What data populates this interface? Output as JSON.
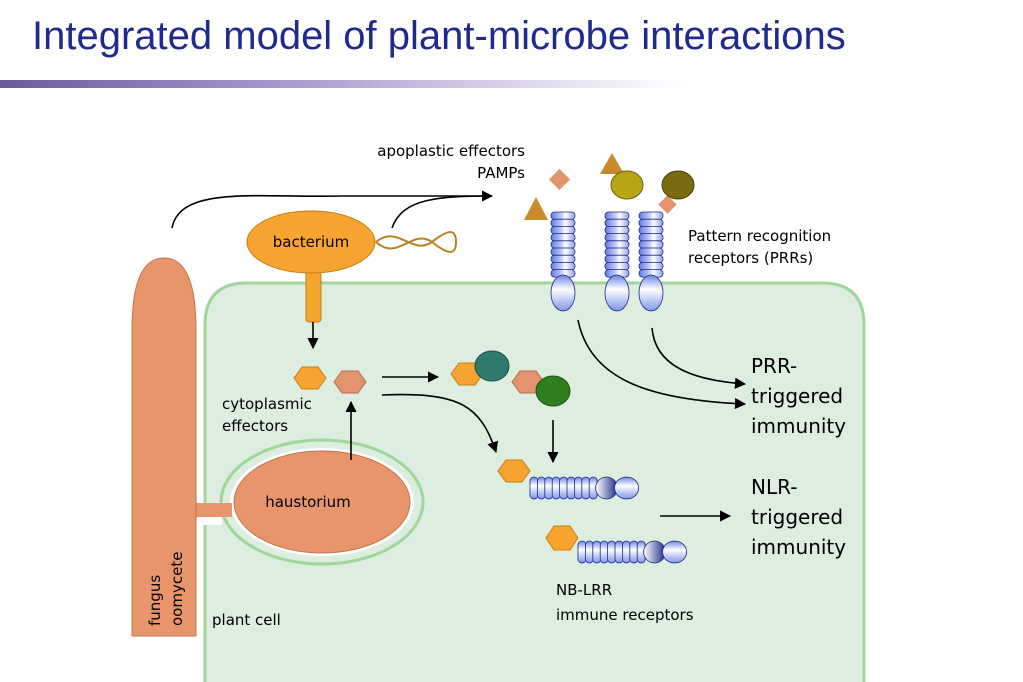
{
  "slide": {
    "title": "Integrated model of plant-microbe interactions"
  },
  "diagram": {
    "labels": {
      "apoplastic_effectors": "apoplastic effectors",
      "pamps": "PAMPs",
      "bacterium": "bacterium",
      "prr_line1": "Pattern recognition",
      "prr_line2": "receptors (PRRs)",
      "prr_immunity_line1": "PRR-",
      "prr_immunity_line2": "triggered",
      "prr_immunity_line3": "immunity",
      "nlr_immunity_line1": "NLR-",
      "nlr_immunity_line2": "triggered",
      "nlr_immunity_line3": "immunity",
      "cytoplasmic_line1": "cytoplasmic",
      "cytoplasmic_line2": "effectors",
      "haustorium": "haustorium",
      "fungus": "fungus",
      "oomycete": "oomycete",
      "plant_cell": "plant cell",
      "nblrr_line1": "NB-LRR",
      "nblrr_line2": "immune receptors"
    },
    "colors": {
      "title": "#1f2a8c",
      "cell_fill": "#ddeee0",
      "cell_stroke": "#9fd79a",
      "pathogen": "#e8956b",
      "bacterium": "#f7a530",
      "effector_orange": "#f7a530",
      "effector_salmon": "#e3946e",
      "effector_brown": "#c98a2c",
      "pamp_olive": "#b8a514",
      "pamp_dark_olive": "#7a6a12",
      "effector_teal": "#2e7a6f",
      "effector_green": "#2f7f1e",
      "receptor_blue": "#8fa2ee"
    }
  }
}
